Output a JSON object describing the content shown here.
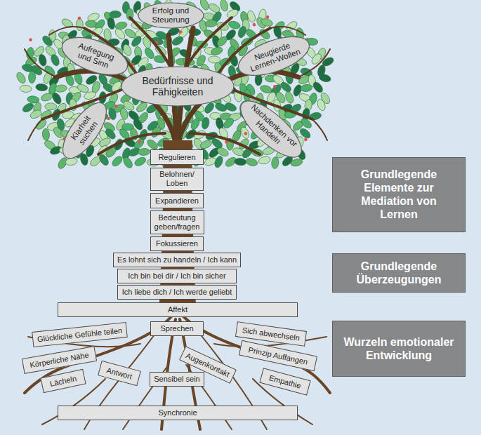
{
  "diagram": {
    "nodes": [
      {
        "text": [
          "Erfolg und Steuerung"
        ]
      },
      {
        "text": [
          "Aufregung und Sinn"
        ]
      },
      {
        "text": [
          "Neugierde Lernen-Wollen"
        ]
      },
      {
        "text": [
          "Bedürfnisse und Fähigkeiten"
        ]
      },
      {
        "text": [
          "Klarheit suchen"
        ]
      },
      {
        "text": [
          "Nachdenken vor Handeln"
        ]
      },
      {
        "text": [
          "Regulieren"
        ]
      },
      {
        "text": [
          "Belohnen/ Loben"
        ]
      },
      {
        "text": [
          "Expandieren"
        ]
      },
      {
        "text": [
          "Bedeutung geben/fragen"
        ]
      },
      {
        "text": [
          "Fokussieren"
        ]
      },
      {
        "text": [
          "Grundlegende Elemente zur Mediation von Lernen"
        ]
      },
      {
        "text": [
          "Es lohnt sich zu handeln / Ich kann"
        ]
      },
      {
        "text": [
          "Ich bin bei dir / Ich bin sicher"
        ]
      },
      {
        "text": [
          "Ich liebe dich / Ich werde geliebt"
        ]
      },
      {
        "text": [
          "Grundlegende Überzeugungen"
        ]
      },
      {
        "text": [
          "Affekt"
        ]
      },
      {
        "text": [
          "Glückliche Gefühle teilen"
        ]
      },
      {
        "text": [
          "Sprechen"
        ]
      },
      {
        "text": [
          "Sich abwechseln"
        ]
      },
      {
        "text": [
          "Körperliche Nähe"
        ]
      },
      {
        "text": [
          "Antwort"
        ]
      },
      {
        "text": [
          "Augenkontakt"
        ]
      },
      {
        "text": [
          "Prinzip Auffangen"
        ]
      },
      {
        "text": [
          "Lächeln"
        ]
      },
      {
        "text": [
          "Sensibel sein"
        ]
      },
      {
        "text": [
          "Empathie"
        ]
      },
      {
        "text": [
          "Wurzeln emotionaler Entwicklung"
        ]
      },
      {
        "text": [
          "Synchronie"
        ]
      }
    ]
  }
}
